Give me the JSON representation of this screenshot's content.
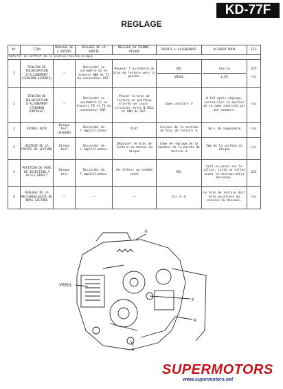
{
  "header": {
    "model": "KD-77F",
    "title": "REGLAGE"
  },
  "table": {
    "columns": [
      "N°",
      "ITEM",
      "REGLAGE DE L'ENTREE",
      "REGLAGE DE LA SORTIE",
      "REGLAGE DU TOURNE-DISQUE",
      "POINTS L'ALIGNEMENT",
      "",
      "ALIGNER POUR",
      "FIG"
    ],
    "note": "Retirer le coffret de la platine tourne-disque",
    "rows": [
      {
        "no": "1",
        "item": "TENSION DE POLARISATION D'ALIGNEMENT (TENSION DEVENTE)",
        "in": "—",
        "out": "Raccorder un voltmètre CC en travers GND et T1 du connecteur CN7.",
        "td": "Pousser l'extrémité du bras de lecture vers la gauche.",
        "pt": "VR501",
        "pt2": "VR1",
        "al": "1.6V",
        "al2": "Centre",
        "fig": "(A)",
        "fig2": "X25"
      },
      {
        "no": "2",
        "item": "TENSION DE POLARISATION D'ALIGNEMENT (TENSION CENTRALE)",
        "in": "—",
        "out": "Raccorder un voltmètre CC en travers T8 et T1 du connecteur CN7.",
        "td": "Placer le bras de lecture en position d'arrêt en court-circuiter entre B.HILL et GND de CN7.",
        "pt": "Came centrale ②",
        "pt2": "",
        "al": "0.12V Après réglage, verrouiller la section de la came centrale par une soudure.",
        "al2": "",
        "fig": "(A)",
        "fig2": ""
      },
      {
        "no": "3",
        "item": "ENTREE AUTO",
        "in": "Disque test (SH1008)",
        "out": "Raccorder de l'amplificateur",
        "td": "PLAY",
        "pt": "Curseur de la section du bras de lecture ③",
        "pt2": "",
        "al": "30 x 10 composante",
        "al2": "",
        "fig": "(A)",
        "fig2": ""
      },
      {
        "no": "4",
        "item": "HAUTEUR DE LA POINTE DE LECTURE",
        "in": "Disque test",
        "out": "Raccorder de l'amplificateur",
        "td": "Déplacer le bras de lecture au-dessus du disque",
        "pt": "Came de réglage de la hauteur de la pointe de lecture ④",
        "pt2": "",
        "al": "5mm de la surface du disque",
        "al2": "",
        "fig": "(A)",
        "fig2": ""
      },
      {
        "no": "5",
        "item": "POSITION DE POSE DE SELECTION A ACCES DIRECT",
        "in": "Disque test",
        "out": "Raccorder de l'amplificateur",
        "td": "Se référer au schéma joint",
        "pt": "VR1",
        "pt2": "",
        "al": "Soit se poser sur le sillon, juste un sillon avant la section entre morceaux.",
        "al2": "",
        "fig": "X25",
        "fig2": ""
      },
      {
        "no": "6",
        "item": "REGLAGE DE LA RECTANGULARITE DU BRAS LECTURE",
        "in": "—",
        "out": "—",
        "td": "—",
        "pt": "Vis ① ⑤",
        "pt2": "",
        "al": "Le bras de lecture doit être parallèle au chassis du dessous.",
        "al2": "",
        "fig": "(A)",
        "fig2": ""
      }
    ]
  },
  "diagram": {
    "callouts": [
      "②",
      "VR501",
      "①",
      "④",
      "③"
    ]
  },
  "watermark": {
    "brand": "SUPERMOTORS",
    "url": "www.supermotors.net"
  }
}
